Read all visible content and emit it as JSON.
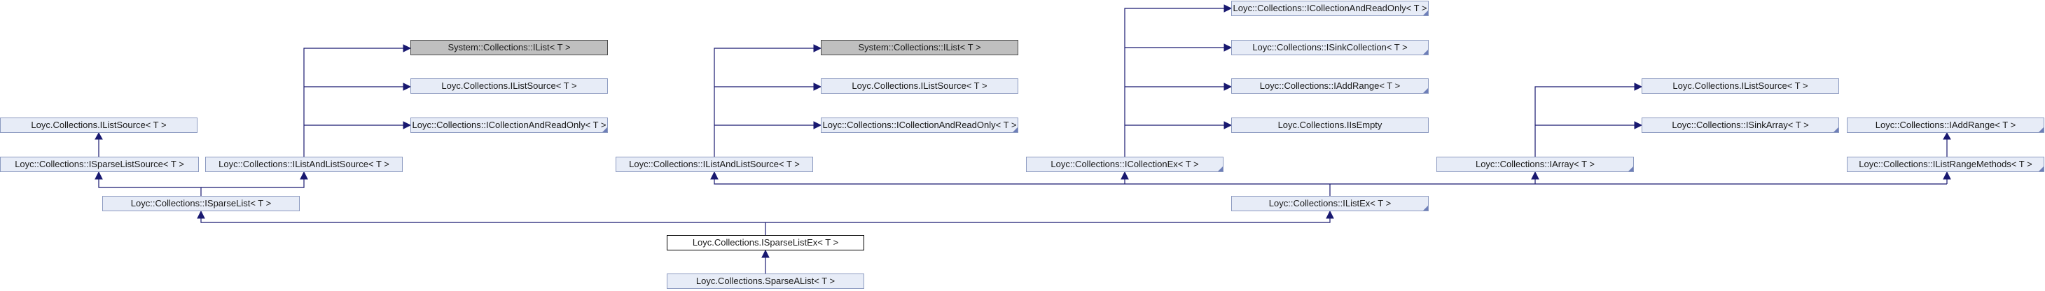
{
  "diagram": {
    "nodes": [
      {
        "id": "ilistsource_l",
        "label": "Loyc.Collections.IListSource< T >",
        "style": "normal"
      },
      {
        "id": "isparselistsource",
        "label": "Loyc::Collections::ISparseListSource< T >",
        "style": "normal"
      },
      {
        "id": "isparselist",
        "label": "Loyc::Collections::ISparseList< T >",
        "style": "normal"
      },
      {
        "id": "ilist_1",
        "label": "System::Collections::IList< T >",
        "style": "gray"
      },
      {
        "id": "ilistsource_1",
        "label": "Loyc.Collections.IListSource< T >",
        "style": "normal"
      },
      {
        "id": "icro_1",
        "label": "Loyc::Collections::ICollectionAndReadOnly< T >",
        "style": "normal",
        "collapsed": true
      },
      {
        "id": "ilals_1",
        "label": "Loyc::Collections::IListAndListSource< T >",
        "style": "normal"
      },
      {
        "id": "ilist_2",
        "label": "System::Collections::IList< T >",
        "style": "gray"
      },
      {
        "id": "ilistsource_2",
        "label": "Loyc.Collections.IListSource< T >",
        "style": "normal"
      },
      {
        "id": "icro_2",
        "label": "Loyc::Collections::ICollectionAndReadOnly< T >",
        "style": "normal",
        "collapsed": true
      },
      {
        "id": "ilals_2",
        "label": "Loyc::Collections::IListAndListSource< T >",
        "style": "normal"
      },
      {
        "id": "icro_3",
        "label": "Loyc::Collections::ICollectionAndReadOnly< T >",
        "style": "normal",
        "collapsed": true
      },
      {
        "id": "isinkcollection",
        "label": "Loyc::Collections::ISinkCollection< T >",
        "style": "normal",
        "collapsed": true
      },
      {
        "id": "iaddrange_1",
        "label": "Loyc::Collections::IAddRange< T >",
        "style": "normal",
        "collapsed": true
      },
      {
        "id": "iisempty",
        "label": "Loyc.Collections.IIsEmpty",
        "style": "normal"
      },
      {
        "id": "icollectionex",
        "label": "Loyc::Collections::ICollectionEx< T >",
        "style": "normal",
        "collapsed": true
      },
      {
        "id": "ilistex",
        "label": "Loyc::Collections::IListEx< T >",
        "style": "normal",
        "collapsed": true
      },
      {
        "id": "ilistsource_3",
        "label": "Loyc.Collections.IListSource< T >",
        "style": "normal"
      },
      {
        "id": "isinkarray",
        "label": "Loyc::Collections::ISinkArray< T >",
        "style": "normal",
        "collapsed": true
      },
      {
        "id": "iarray",
        "label": "Loyc::Collections::IArray< T >",
        "style": "normal",
        "collapsed": true
      },
      {
        "id": "iaddrange_2",
        "label": "Loyc::Collections::IAddRange< T >",
        "style": "normal",
        "collapsed": true
      },
      {
        "id": "ilistrangemethods",
        "label": "Loyc::Collections::IListRangeMethods< T >",
        "style": "normal",
        "collapsed": true
      },
      {
        "id": "isparselistex",
        "label": "Loyc.Collections.ISparseListEx< T >",
        "style": "focus"
      },
      {
        "id": "sparsealist",
        "label": "Loyc.Collections.SparseAList< T >",
        "style": "normal"
      }
    ]
  }
}
